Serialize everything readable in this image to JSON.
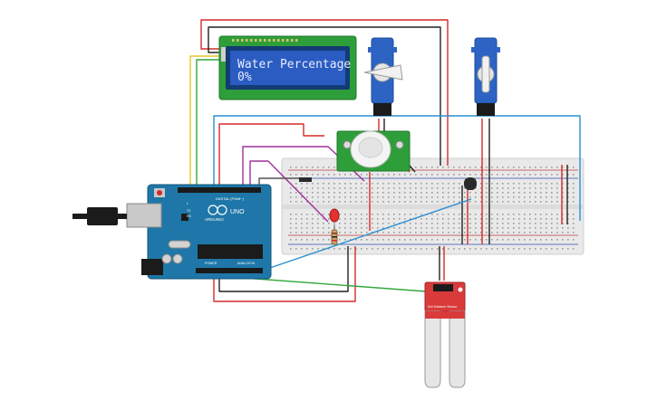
{
  "lcd": {
    "line1": "Water Percentage",
    "line2": "0%"
  },
  "arduino": {
    "brand": "ARDUINO",
    "model": "UNO",
    "header_digital": "DIGITAL (PWM~)",
    "header_power": "POWER",
    "header_analog": "ANALOG IN",
    "led_l": "L",
    "led_tx": "TX",
    "led_rx": "RX"
  },
  "moisture_sensor": {
    "label": "Soil Moisture Sensor"
  },
  "wire_colors": {
    "red": "#d42a2a",
    "black": "#222222",
    "yellow": "#e4c628",
    "green": "#33a83c",
    "blue": "#2b8fd0",
    "purple": "#a0309a",
    "brown": "#7a3b1d"
  }
}
